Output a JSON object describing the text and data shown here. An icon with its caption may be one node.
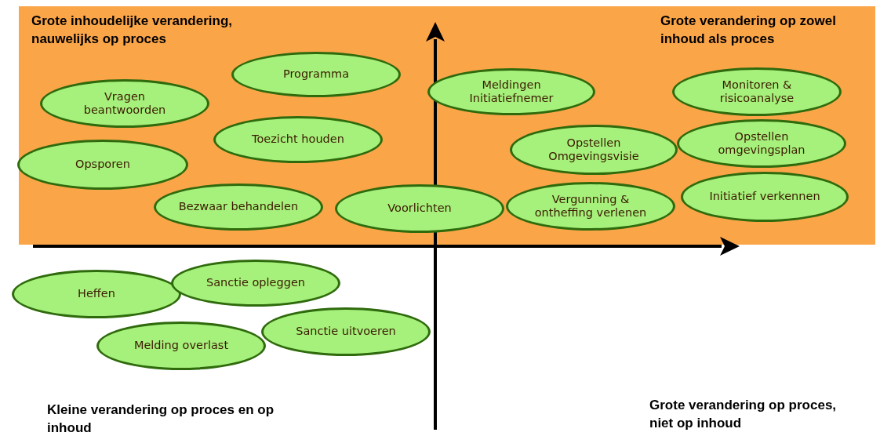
{
  "diagram": {
    "nodes": [
      {
        "text": [
          "Vragen beantwoorden"
        ]
      },
      {
        "text": [
          "Programma"
        ]
      },
      {
        "text": [
          "Toezicht houden"
        ]
      },
      {
        "text": [
          "Opsporen"
        ]
      },
      {
        "text": [
          "Bezwaar behandelen"
        ]
      },
      {
        "text": [
          "Voorlichten"
        ]
      },
      {
        "text": [
          "Meldingen Initiatiefnemer"
        ]
      },
      {
        "text": [
          "Opstellen Omgevingsvisie"
        ]
      },
      {
        "text": [
          "Vergunning & ontheffing verlenen"
        ]
      },
      {
        "text": [
          "Monitoren & risicoanalyse"
        ]
      },
      {
        "text": [
          "Opstellen omgevingsplan"
        ]
      },
      {
        "text": [
          "Initiatief verkennen"
        ]
      },
      {
        "text": [
          "Heffen"
        ]
      },
      {
        "text": [
          "Sanctie opleggen"
        ]
      },
      {
        "text": [
          "Melding overlast"
        ]
      },
      {
        "text": [
          "Sanctie uitvoeren"
        ]
      }
    ],
    "labels": [
      "Grote inhoudelijke verandering, nauwelijks op proces",
      "Grote verandering op zowel inhoud als proces",
      "Kleine verandering op proces en op inhoud",
      "Grote verandering op proces, niet op inhoud"
    ]
  }
}
